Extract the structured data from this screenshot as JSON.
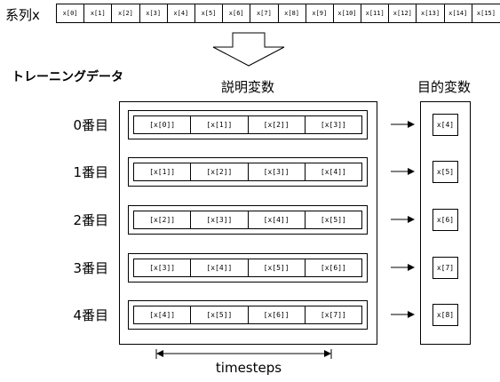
{
  "series": {
    "label": "系列x",
    "cells": [
      "x[0]",
      "x[1]",
      "x[2]",
      "x[3]",
      "x[4]",
      "x[5]",
      "x[6]",
      "x[7]",
      "x[8]",
      "x[9]",
      "x[10]",
      "x[11]",
      "x[12]",
      "x[13]",
      "x[14]",
      "x[15]"
    ]
  },
  "training": {
    "title": "トレーニングデータ",
    "explanatory_header": "説明変数",
    "target_header": "目的変数",
    "rows": [
      {
        "label": "0番目",
        "x": [
          "[x[0]]",
          "[x[1]]",
          "[x[2]]",
          "[x[3]]"
        ],
        "y": "x[4]"
      },
      {
        "label": "1番目",
        "x": [
          "[x[1]]",
          "[x[2]]",
          "[x[3]]",
          "[x[4]]"
        ],
        "y": "x[5]"
      },
      {
        "label": "2番目",
        "x": [
          "[x[2]]",
          "[x[3]]",
          "[x[4]]",
          "[x[5]]"
        ],
        "y": "x[6]"
      },
      {
        "label": "3番目",
        "x": [
          "[x[3]]",
          "[x[4]]",
          "[x[5]]",
          "[x[6]]"
        ],
        "y": "x[7]"
      },
      {
        "label": "4番目",
        "x": [
          "[x[4]]",
          "[x[5]]",
          "[x[6]]",
          "[x[7]]"
        ],
        "y": "x[8]"
      }
    ],
    "timesteps_label": "timesteps"
  }
}
